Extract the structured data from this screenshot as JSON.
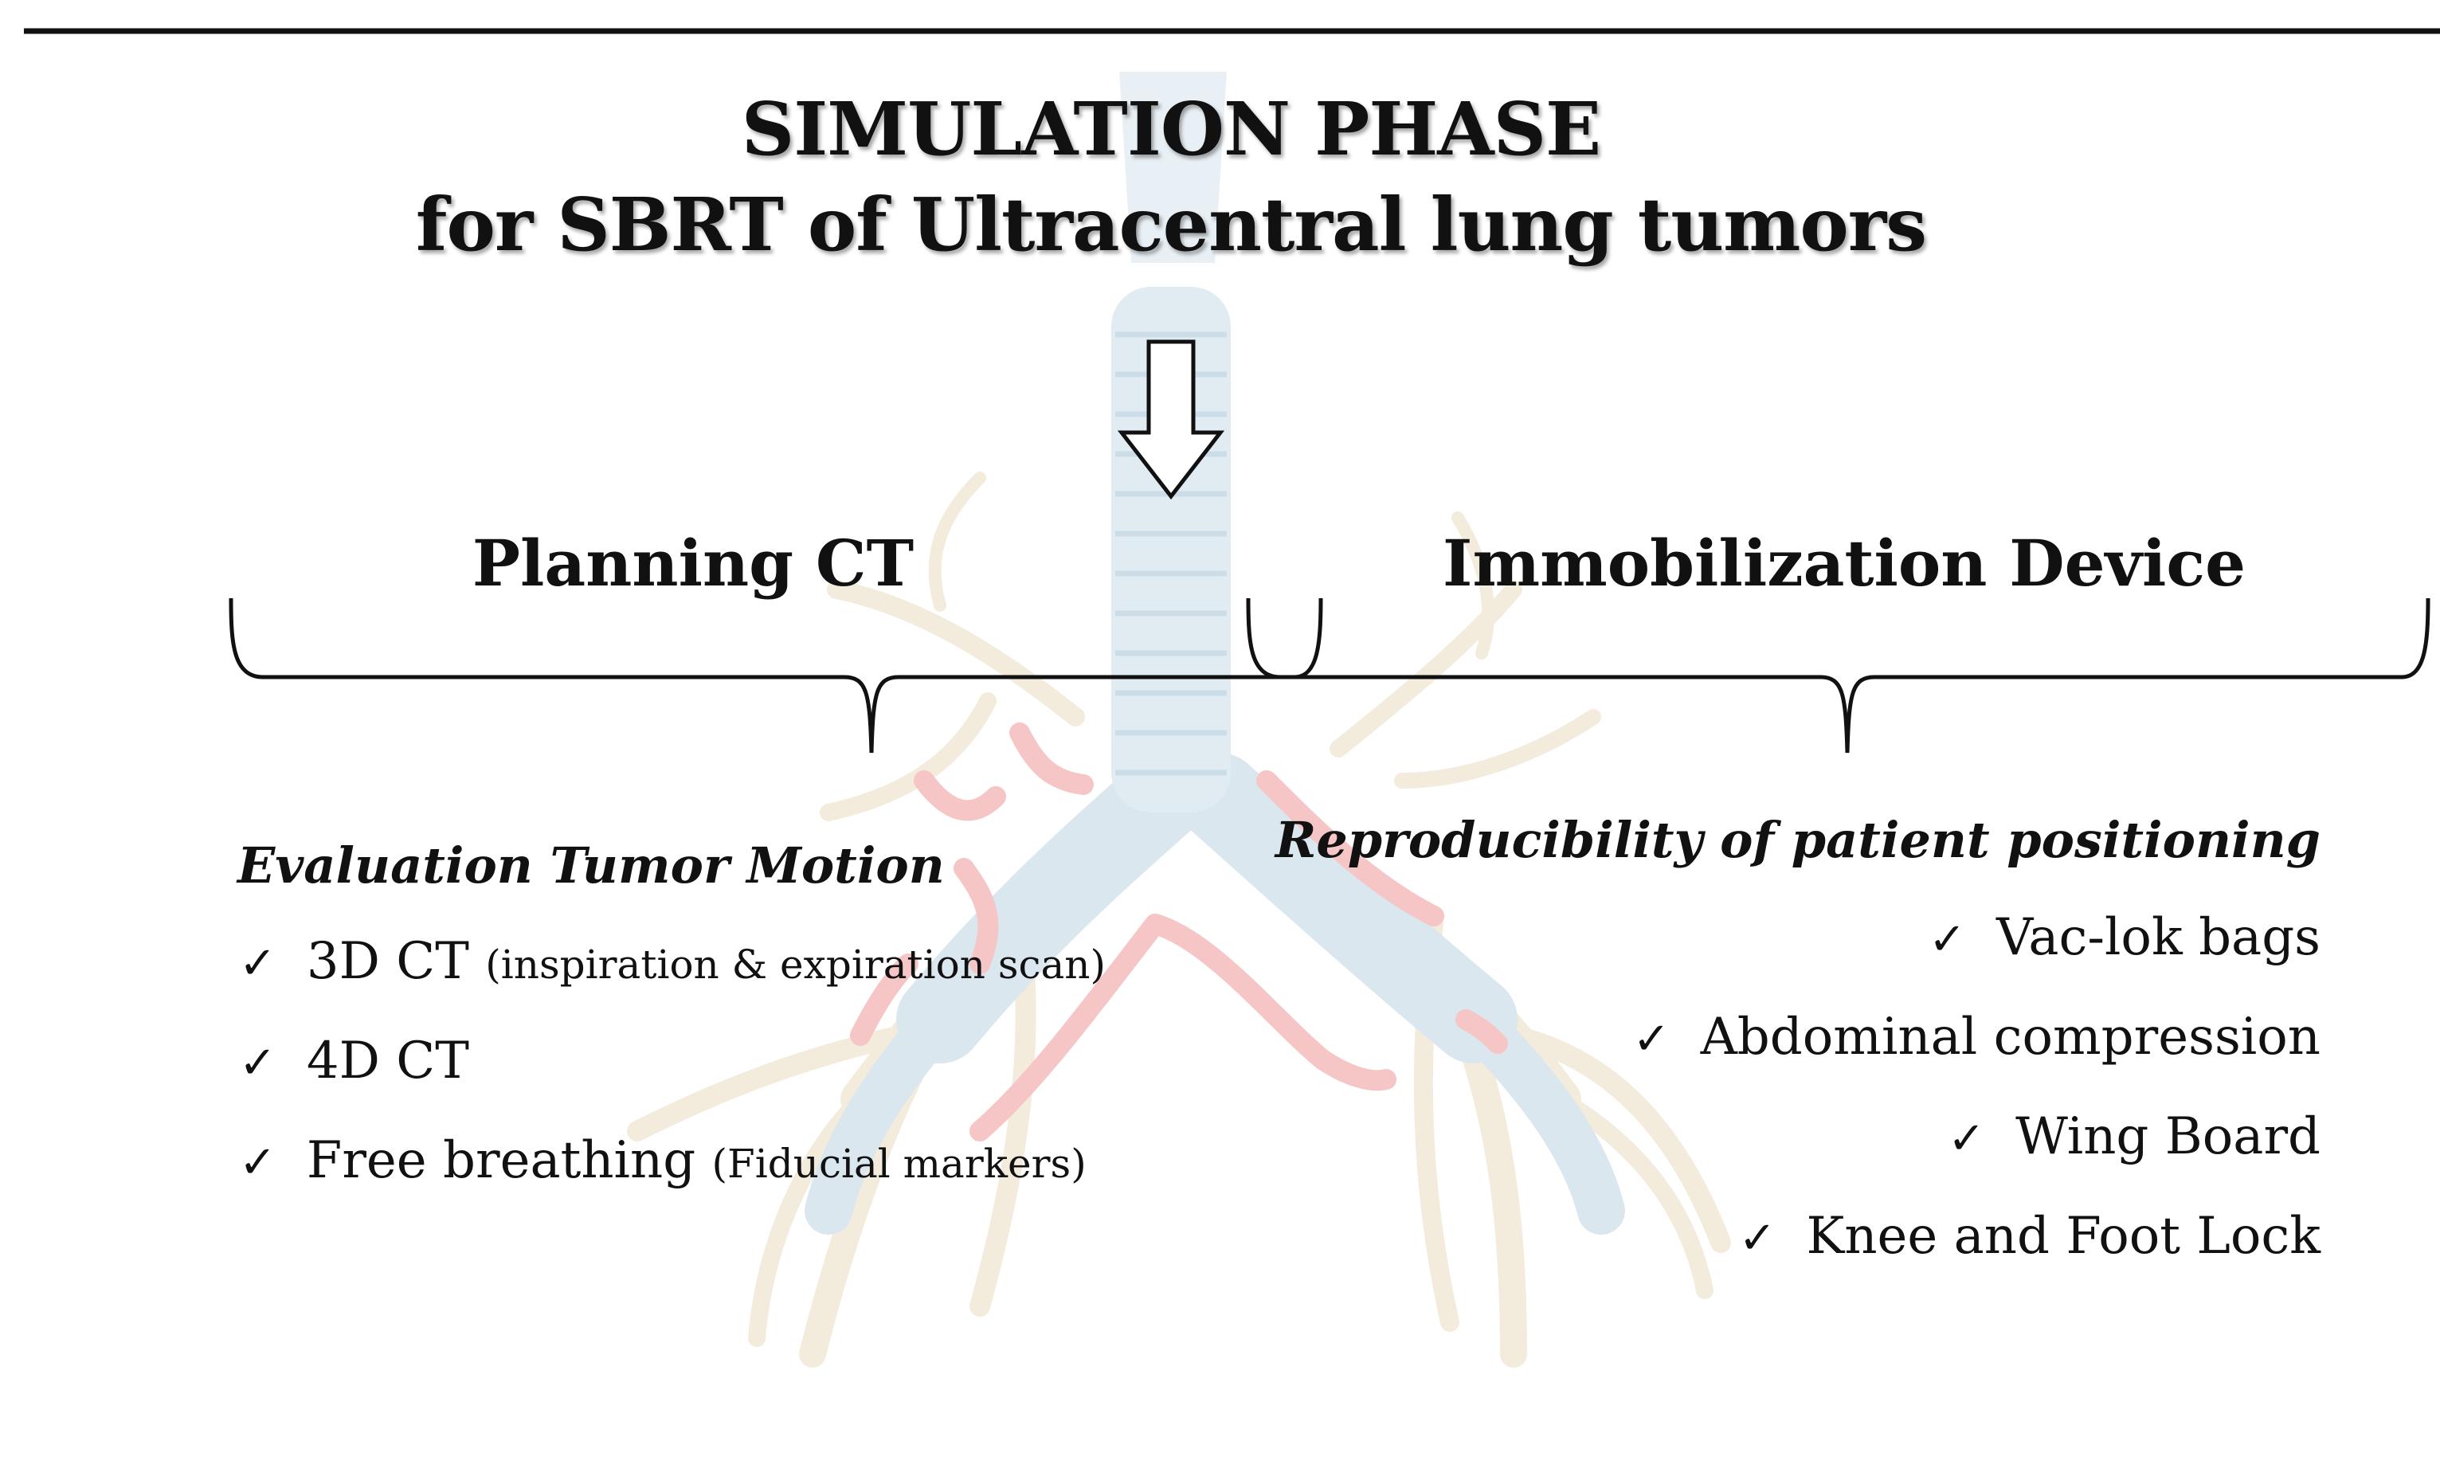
{
  "title": {
    "line1": "SIMULATION PHASE",
    "line2": "for SBRT of Ultracentral lung tumors"
  },
  "left": {
    "heading": "Planning CT",
    "subheading": "Evaluation Tumor Motion",
    "items": [
      {
        "main": "3D CT",
        "note": "(inspiration & expiration scan)"
      },
      {
        "main": "4D CT",
        "note": ""
      },
      {
        "main": "Free breathing",
        "note": "(Fiducial markers)"
      }
    ]
  },
  "right": {
    "heading": "Immobilization Device",
    "subheading": "Reproducibility of patient positioning",
    "items": [
      {
        "main": "Vac-lok bags"
      },
      {
        "main": "Abdominal compression"
      },
      {
        "main": "Wing Board"
      },
      {
        "main": "Knee and Foot Lock"
      }
    ]
  },
  "check_symbol": "✓",
  "colors": {
    "airway": "#dbe7ef",
    "airway_band": "#c6d9e6",
    "bronchi": "#f1ead9",
    "highlight": "#f3b8b8",
    "line": "#111111"
  }
}
